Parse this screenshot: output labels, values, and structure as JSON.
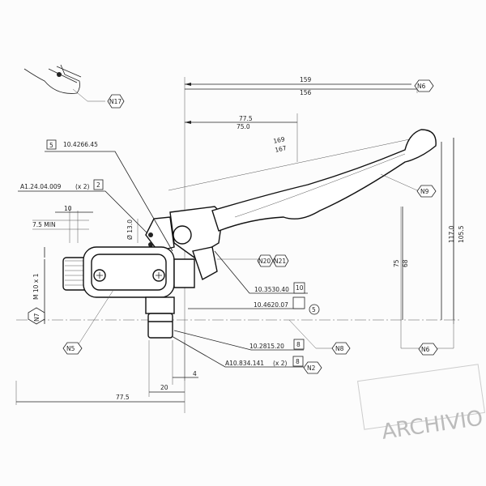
{
  "callouts": {
    "n17": "N17",
    "n6_top": "N6",
    "n9": "N9",
    "n20": "N20",
    "n21": "N21",
    "n8": "N8",
    "n6_bottom": "N6",
    "n2": "N2",
    "n5": "N5",
    "n7": "N7"
  },
  "dimensions": {
    "d159": "159",
    "d156": "156",
    "d77_5_top": "77.5",
    "d75_0": "75.0",
    "d169": "169",
    "d167": "167",
    "d117_0": "117.0",
    "d105_5": "105.5",
    "d75": "75",
    "d68": "68",
    "d10": "10",
    "d7_5min": "7.5 MIN",
    "d13": "Ø 13.0",
    "d4": "4",
    "d20": "20",
    "d77_5_bottom": "77.5",
    "thread": "M 10 x 1"
  },
  "parts": [
    {
      "code": "10.4266.45",
      "qty": "",
      "ref": "5"
    },
    {
      "code": "A1.24.04.009",
      "qty": "(x 2)",
      "ref": "2"
    },
    {
      "code": "10.3530.40",
      "qty": "",
      "ref": "10"
    },
    {
      "code": "10.4620.07",
      "qty": "",
      "ref": ""
    },
    {
      "code": "10.2815.20",
      "qty": "",
      "ref": "8"
    },
    {
      "code": "A10.834.141",
      "qty": "(x 2)",
      "ref": "8"
    }
  ],
  "circle_ref": "5",
  "stamp": "ARCHIVIO"
}
